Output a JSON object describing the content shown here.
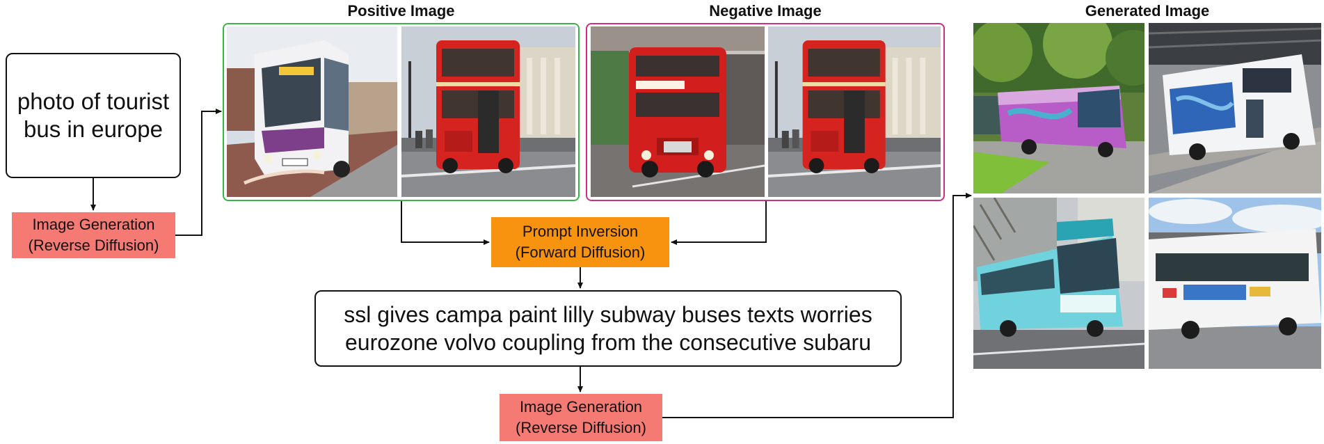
{
  "titles": {
    "positive": "Positive Image",
    "negative": "Negative Image",
    "generated": "Generated Image"
  },
  "prompt": {
    "line1": "photo of tourist",
    "line2": "bus in europe"
  },
  "image_generation_1": {
    "line1": "Image Generation",
    "line2": "(Reverse Diffusion)"
  },
  "prompt_inversion": {
    "line1": "Prompt Inversion",
    "line2": "(Forward Diffusion)"
  },
  "inverted_text": {
    "line1": "ssl gives campa paint lilly subway buses texts worries",
    "line2": "eurozone volvo coupling from the  consecutive subaru"
  },
  "image_generation_2": {
    "line1": "Image Generation",
    "line2": "(Reverse Diffusion)"
  },
  "photos": {
    "pos_1": "photo of a white and purple single-deck city bus",
    "pos_2": "photo of a red double-decker bus",
    "neg_1": "photo of a red double-decker bus",
    "neg_2": "photo of a red double-decker bus",
    "gen_1": "generated image of a purple graffiti bus",
    "gen_2": "generated image of a white and blue bus",
    "gen_3": "generated image of a cyan single-deck bus",
    "gen_4": "generated image of a white bus with colorful lettering"
  },
  "colors": {
    "positive_frame": "#3bb34a",
    "negative_frame": "#cc2f83",
    "image_generation_fill": "#f47a73",
    "prompt_inversion_fill": "#f7930e"
  }
}
